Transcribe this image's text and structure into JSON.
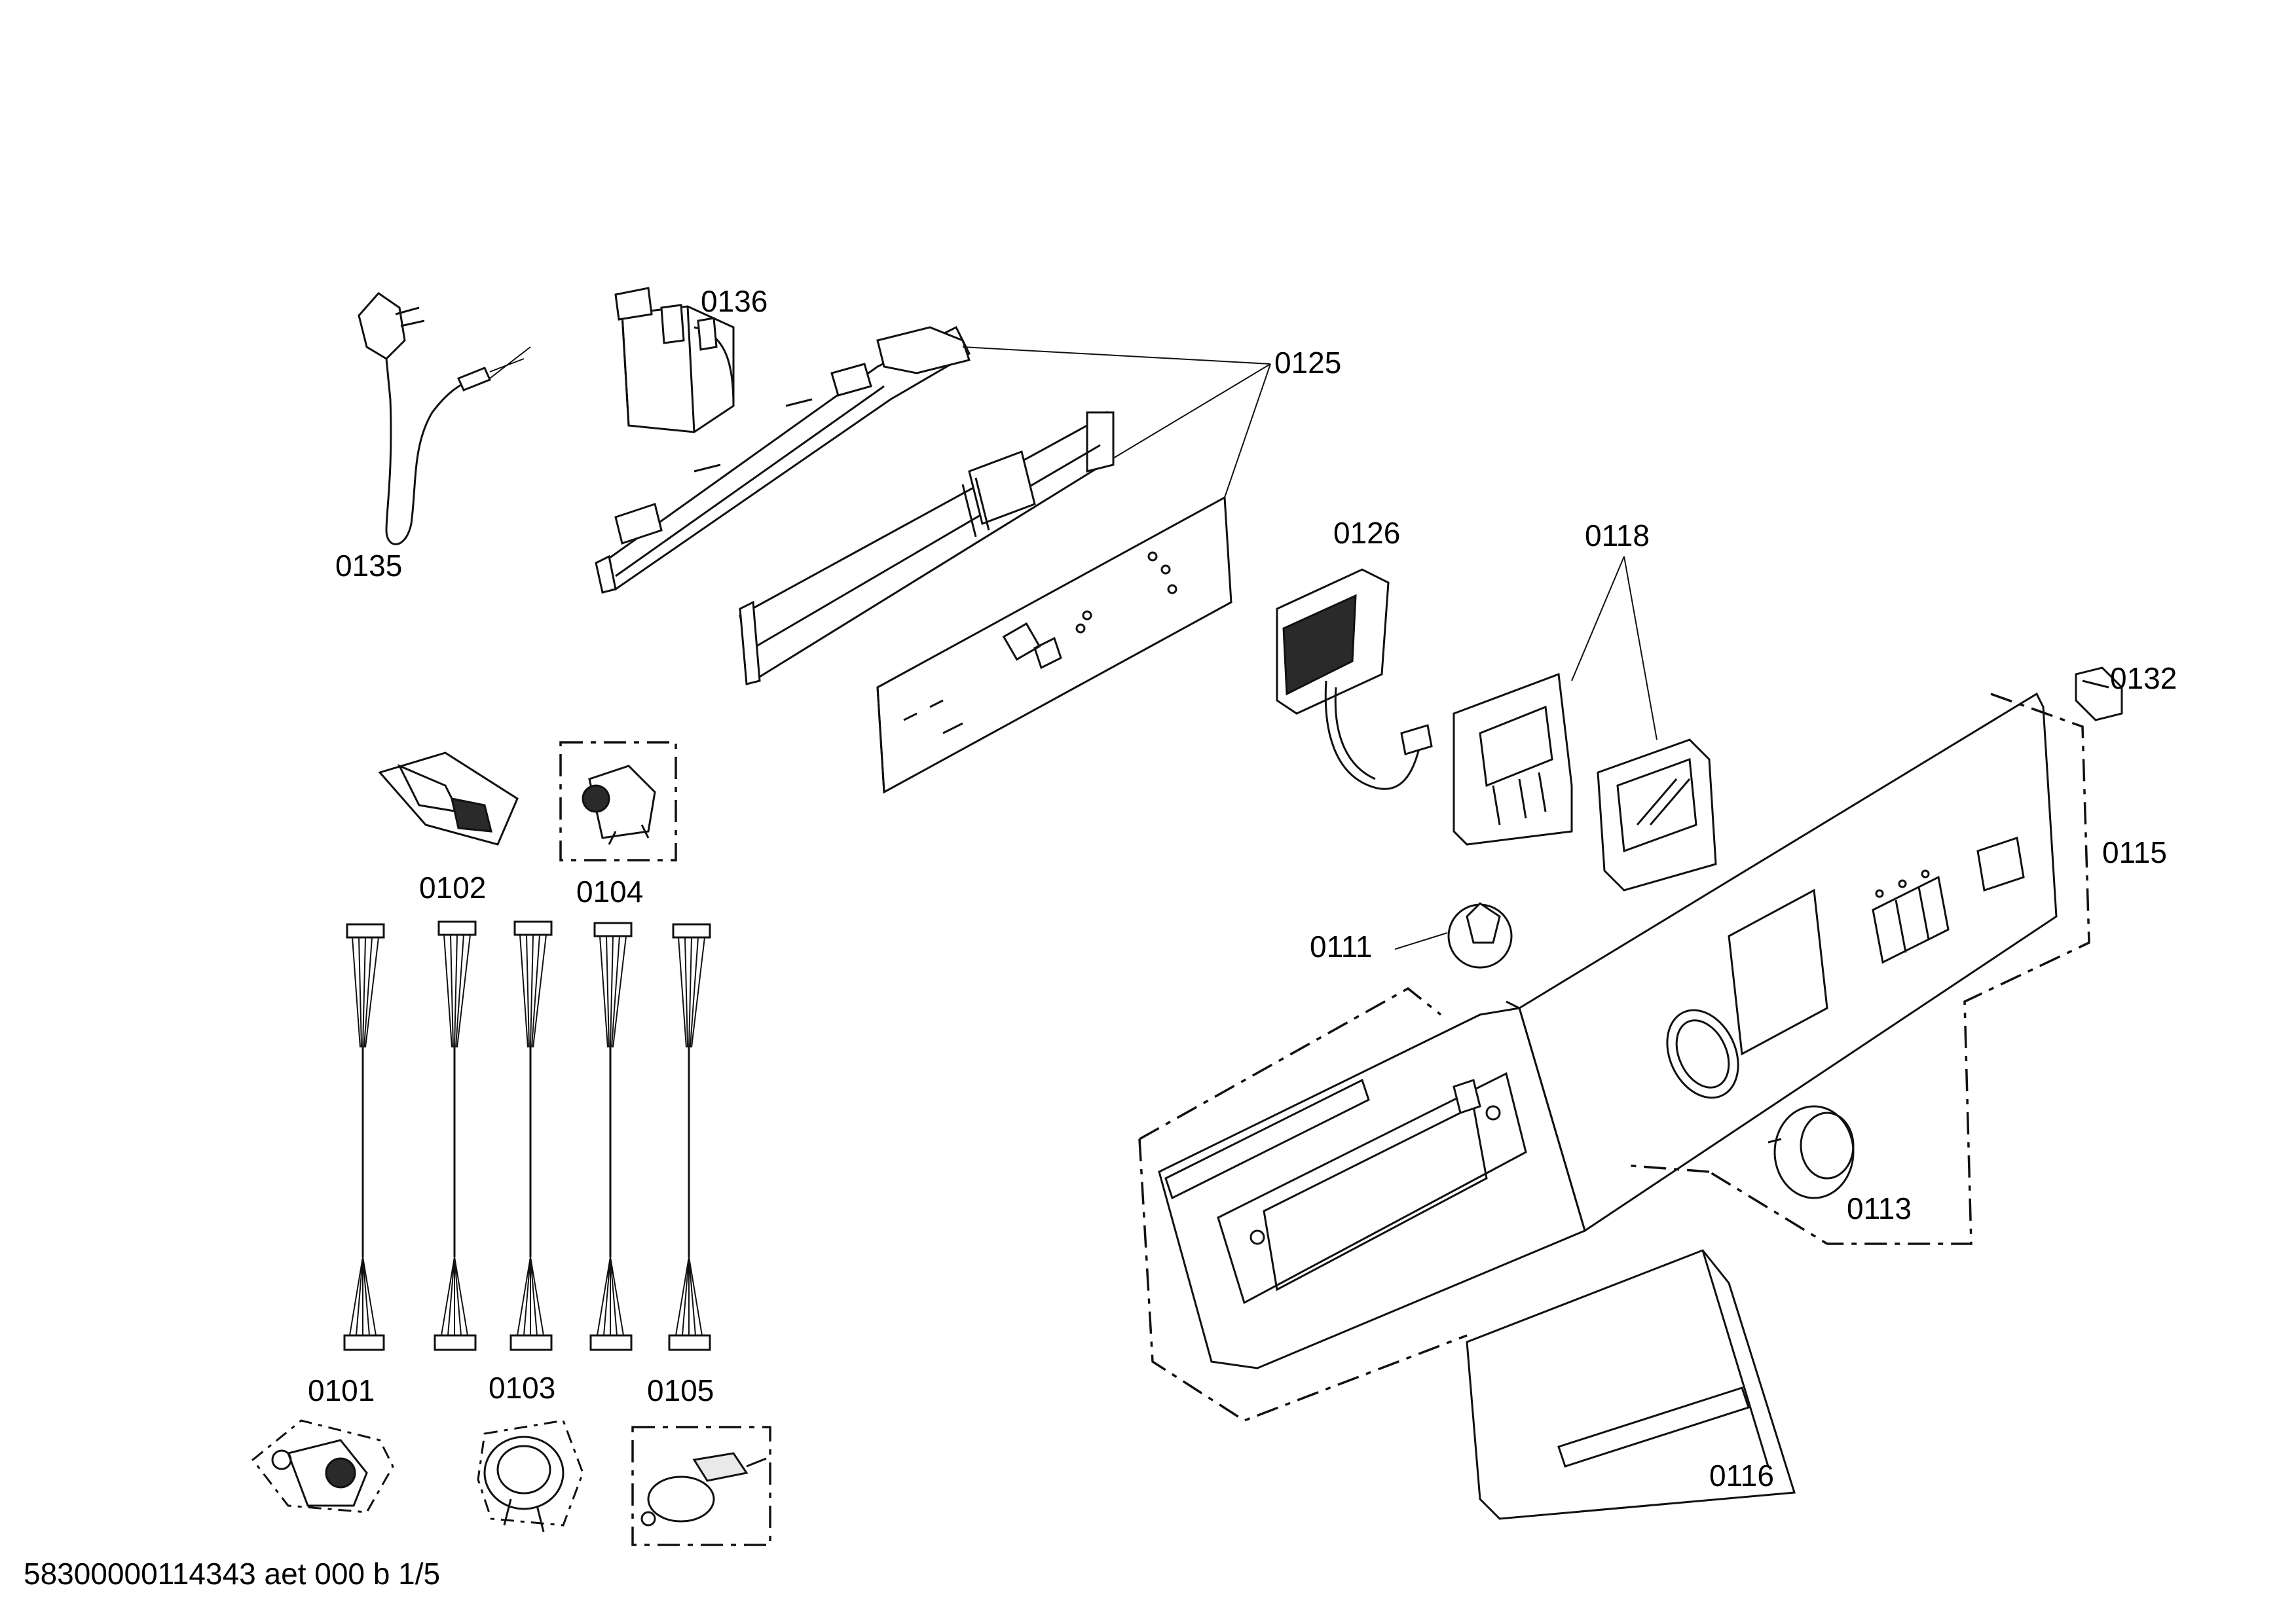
{
  "callouts": {
    "c0135": "0135",
    "c0136": "0136",
    "c0125": "0125",
    "c0126": "0126",
    "c0118": "0118",
    "c0132": "0132",
    "c0115": "0115",
    "c0111": "0111",
    "c0113": "0113",
    "c0116": "0116",
    "c0102": "0102",
    "c0104": "0104",
    "c0101": "0101",
    "c0103": "0103",
    "c0105": "0105"
  },
  "footer": {
    "doc_id": "58300000114343 aet 000 b 1/5"
  }
}
